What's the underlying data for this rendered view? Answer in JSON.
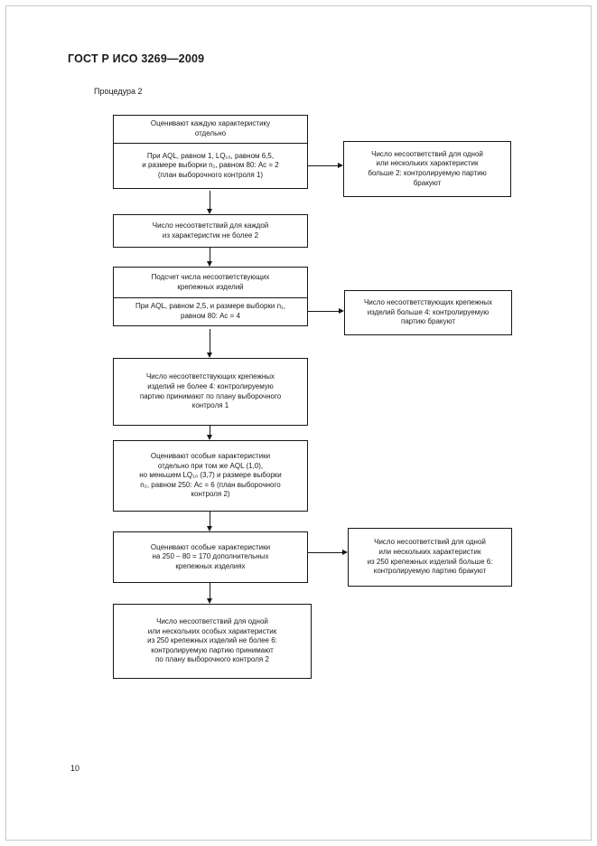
{
  "page": {
    "header": "ГОСТ Р ИСО 3269—2009",
    "subtitle": "Процедура 2",
    "page_number": "10"
  },
  "colors": {
    "box_border": "#161616",
    "page_frame": "#c9c9c9",
    "text": "#1a1a1a"
  },
  "flowchart": {
    "box1_top": [
      "Оценивают каждую характеристику",
      "отдельно"
    ],
    "box1_bottom": [
      "При AQL, равном 1, LQ₁₀, равном 6,5,",
      "и размере выборки n₁, равном 80: Ас = 2",
      "(план выборочного контроля 1)"
    ],
    "reject1": [
      "Число несоответствий для одной",
      "или нескольких характеристик",
      "больше 2: контролируемую партию",
      "бракуют"
    ],
    "box2": [
      "Число несоответствий для каждой",
      "из характеристик не более 2"
    ],
    "box3_top": [
      "Подсчет числа несоответствующих",
      "крепежных изделий"
    ],
    "box3_bottom": [
      "При AQL, равном 2,5, и размере выборки n₁,",
      "равном 80: Ас = 4"
    ],
    "reject2": [
      "Число несоответствующих крепежных",
      "изделий больше 4: контролируемую",
      "партию бракуют"
    ],
    "box4": [
      "Число несоответствующих крепежных",
      "изделий не более 4: контролируемую",
      "партию принимают по плану выборочного",
      "контроля 1"
    ],
    "box5": [
      "Оценивают особые характеристики",
      "отдельно при том же AQL (1,0),",
      "но меньшем LQ₁₀ (3,7) и размере выборки",
      "n₂, равном 250: Ас = 6 (план выборочного",
      "контроля 2)"
    ],
    "box6": [
      "Оценивают особые характеристики",
      "на 250 – 80 = 170 дополнительных",
      "крепежных изделиях"
    ],
    "reject3": [
      "Число несоответствий для одной",
      "или нескольких характеристик",
      "из 250 крепежных изделий больше 6:",
      "контролируемую партию бракуют"
    ],
    "box7": [
      "Число несоответствий для одной",
      "или нескольких особых характеристик",
      "из 250 крепежных изделий не более 6:",
      "контролируемую партию принимают",
      "по плану выборочного контроля 2"
    ]
  }
}
